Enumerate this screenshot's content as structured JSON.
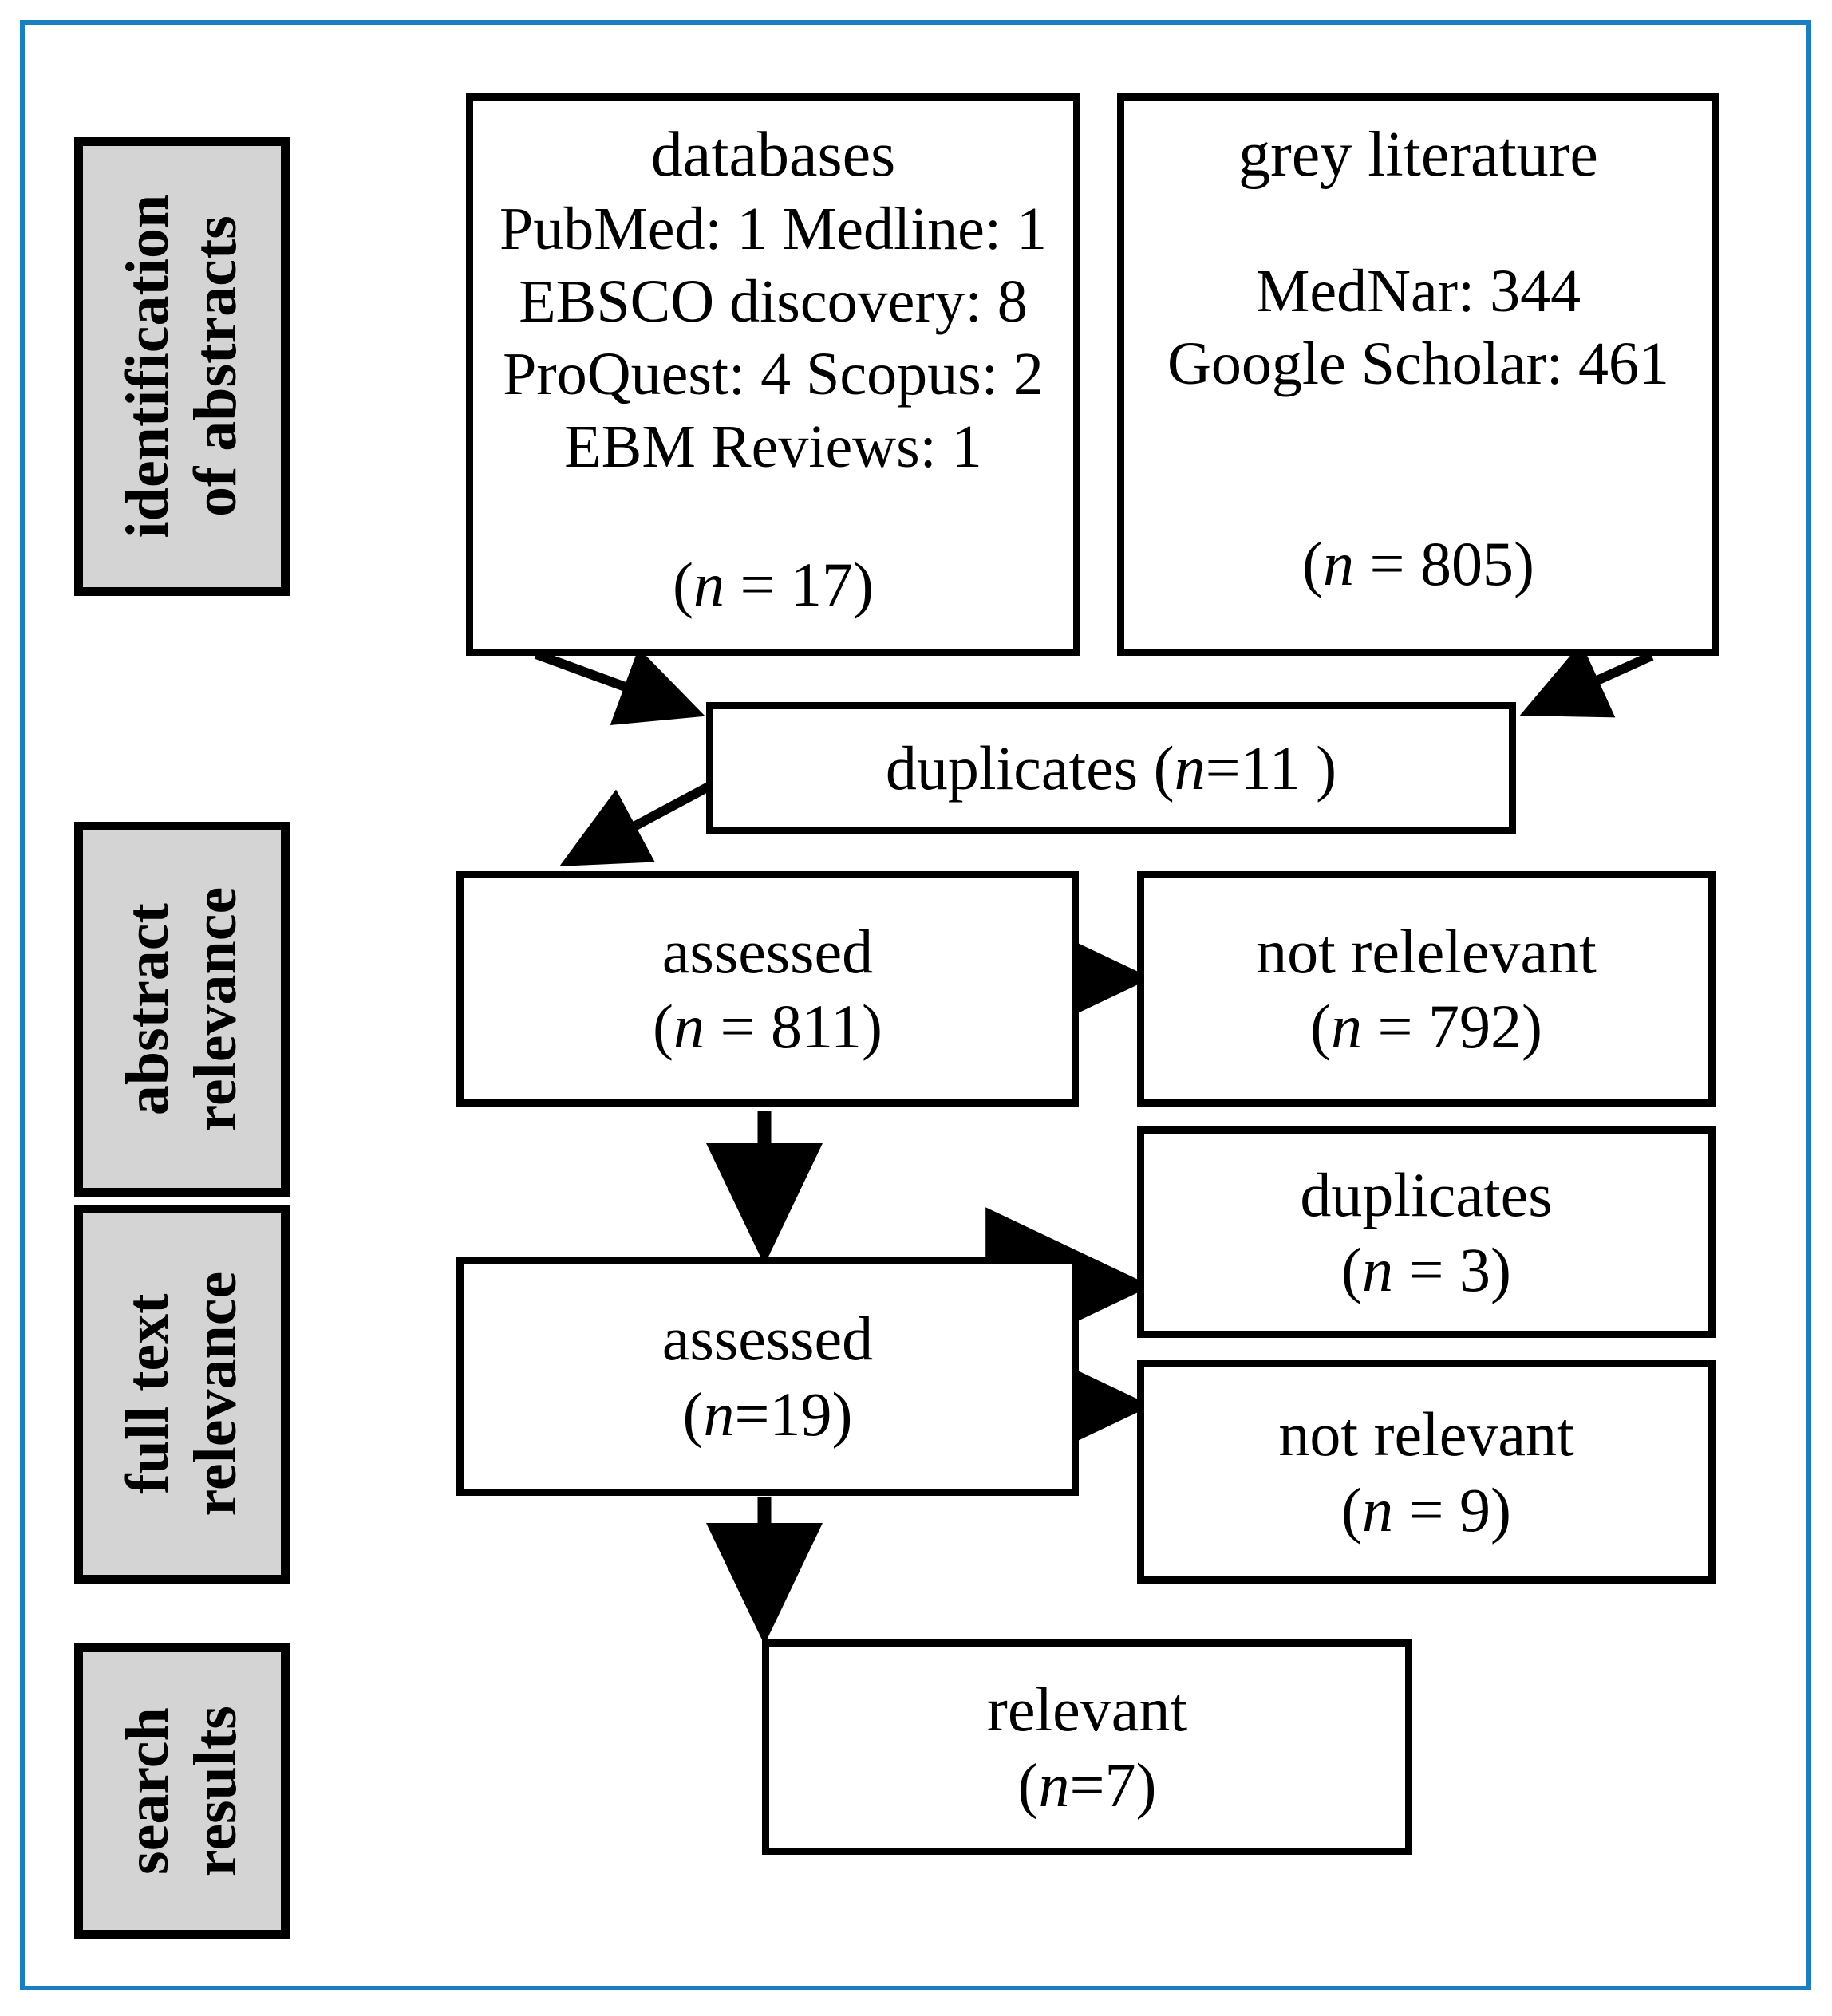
{
  "figure": {
    "type": "prisma-flow-diagram",
    "frame_color": "#1a7fc1",
    "stage_fill": "#d4d4d4",
    "line_color": "#000000"
  },
  "stages": [
    {
      "id": "identification",
      "line1": "identification",
      "line2": "of abstracts"
    },
    {
      "id": "abstract-relevance",
      "line1": "abstract",
      "line2": "relevance"
    },
    {
      "id": "full-text-relevance",
      "line1": "full text",
      "line2": "relevance"
    },
    {
      "id": "search-results",
      "line1": "search",
      "line2": "results"
    }
  ],
  "sources": {
    "databases": {
      "title": "databases",
      "lines": [
        "PubMed: 1    Medline: 1",
        "EBSCO discovery: 8",
        "ProQuest: 4    Scopus: 2",
        "EBM Reviews: 1"
      ],
      "n_prefix": "(",
      "n_label": "n",
      "n_eq": "= 17)",
      "n_value": 17,
      "items": [
        {
          "name": "PubMed",
          "count": 1
        },
        {
          "name": "Medline",
          "count": 1
        },
        {
          "name": "EBSCO discovery",
          "count": 8
        },
        {
          "name": "ProQuest",
          "count": 4
        },
        {
          "name": "Scopus",
          "count": 2
        },
        {
          "name": "EBM Reviews",
          "count": 1
        }
      ]
    },
    "grey_literature": {
      "title": "grey literature",
      "lines": [
        "MedNar: 344",
        "Google Scholar: 461"
      ],
      "n_prefix": "(",
      "n_label": "n",
      "n_eq": "= 805)",
      "n_value": 805,
      "items": [
        {
          "name": "MedNar",
          "count": 344
        },
        {
          "name": "Google Scholar",
          "count": 461
        }
      ]
    }
  },
  "nodes": {
    "duplicates_top": {
      "text_before": "duplicates (",
      "n_label": "n",
      "text_after": "=11 )",
      "n_value": 11
    },
    "assessed_abstracts": {
      "label": "assessed",
      "n_prefix": "(",
      "n_label": "n",
      "n_eq": "= 811)",
      "n_value": 811
    },
    "not_relevant_abstracts": {
      "label": "not relelevant",
      "n_prefix": "(",
      "n_label": "n",
      "n_eq": "= 792)",
      "n_value": 792
    },
    "assessed_fulltext": {
      "label": "assessed",
      "n_prefix": "(",
      "n_label": "n",
      "n_eq": "=19)",
      "n_value": 19
    },
    "duplicates_fulltext": {
      "label": "duplicates",
      "n_prefix": "(",
      "n_label": "n",
      "n_eq": "= 3)",
      "n_value": 3
    },
    "not_relevant_fulltext": {
      "label": "not relevant",
      "n_prefix": "(",
      "n_label": "n",
      "n_eq": "= 9)",
      "n_value": 9
    },
    "relevant": {
      "label": "relevant",
      "n_prefix": "(",
      "n_label": "n",
      "n_eq": "=7)",
      "n_value": 7
    }
  }
}
